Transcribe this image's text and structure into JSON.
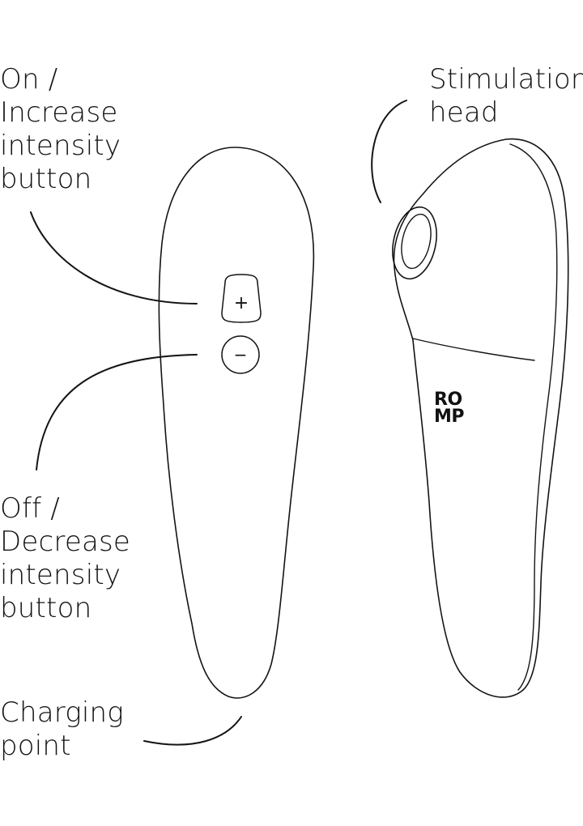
{
  "labels": {
    "on_button": [
      "On /",
      "Increase",
      "intensity",
      "button"
    ],
    "off_button": [
      "Off /",
      "Decrease",
      "intensity",
      "button"
    ],
    "charging_point": [
      "Charging",
      "point"
    ],
    "stimulation_head": [
      "Stimulation",
      "head"
    ]
  },
  "buttons": {
    "plus_symbol": "+",
    "minus_symbol": "−"
  },
  "brand_logo": [
    "RO",
    "MP"
  ],
  "colors": {
    "line": "#141414",
    "background": "#ffffff"
  }
}
